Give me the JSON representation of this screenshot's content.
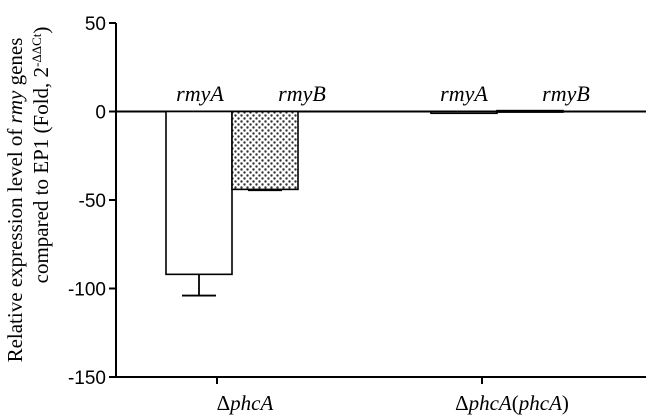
{
  "chart_data": {
    "type": "bar",
    "ylabel_line1_pre": "Relative expression level of ",
    "ylabel_line1_ital": "rmy",
    "ylabel_line1_post": " genes",
    "ylabel_line2_pre": "compared to EP1 (Fold, 2",
    "ylabel_line2_sup": "-ΔΔCt",
    "ylabel_line2_post": ")",
    "ylim": [
      -150,
      50
    ],
    "yticks": [
      50,
      0,
      -50,
      -100,
      -150
    ],
    "category_groups": [
      {
        "delta": "Δ",
        "italic": "phcA",
        "rest": ""
      },
      {
        "delta": "Δ",
        "italic": "phcA",
        "rest": "(phcA)"
      }
    ],
    "series": [
      {
        "name": "rmyA",
        "fill": "open",
        "values": [
          -92,
          -1
        ],
        "errors": [
          12,
          0
        ]
      },
      {
        "name": "rmyB",
        "fill": "dotted",
        "values": [
          -44,
          0.5
        ],
        "errors": [
          0.5,
          0
        ]
      }
    ],
    "grid": false,
    "legend": "none"
  },
  "colors": {
    "axis": "#000000",
    "bar_open": "#ffffff",
    "bar_pattern_bg": "#ffffff",
    "bar_pattern_fg": "#333333"
  }
}
